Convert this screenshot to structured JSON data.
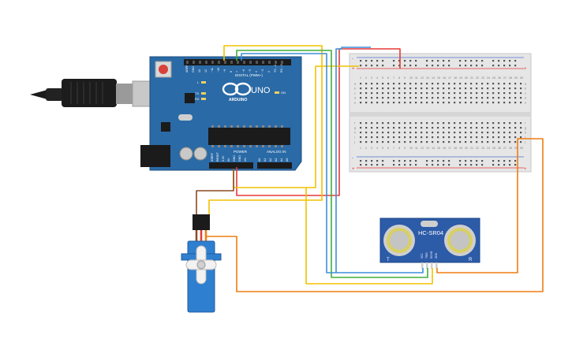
{
  "arduino": {
    "brand": "ARDUINO",
    "model": "UNO",
    "digital_label": "DIGITAL (PWM~)",
    "power_label": "POWER",
    "analog_label": "ANALOG IN",
    "on_label": "ON",
    "l_label": "L",
    "tx_label": "TX",
    "rx_label": "RX",
    "digital_pins": [
      "AREF",
      "GND",
      "13",
      "12",
      "~11",
      "~10",
      "~9",
      "8",
      "7",
      "~6",
      "~5",
      "4",
      "~3",
      "2",
      "TX→1",
      "RX←0"
    ],
    "power_pins": [
      "IOREF",
      "RESET",
      "3.3V",
      "5V",
      "GND",
      "GND",
      "Vin"
    ],
    "analog_pins": [
      "A0",
      "A1",
      "A2",
      "A3",
      "A4",
      "A5"
    ],
    "board_color": "#2a6aa6"
  },
  "sensor": {
    "name": "HC-SR04",
    "pins": [
      "VCC",
      "TRIG",
      "ECHO",
      "GND"
    ],
    "left_mark": "T",
    "right_mark": "R",
    "board_color": "#2c5ba8"
  },
  "breadboard": {
    "rows_top": [
      "a",
      "b",
      "c",
      "d",
      "e"
    ],
    "rows_bottom": [
      "f",
      "g",
      "h",
      "i",
      "j"
    ],
    "col_numbers": [
      "1",
      "2",
      "3",
      "4",
      "5",
      "6",
      "7",
      "8",
      "9",
      "10",
      "11",
      "12",
      "13",
      "14",
      "15",
      "16",
      "17",
      "18",
      "19",
      "20",
      "21",
      "22",
      "23",
      "24",
      "25",
      "26",
      "27",
      "28",
      "29",
      "30"
    ],
    "rail_plus": "+",
    "rail_minus": "-"
  },
  "servo": {
    "body_color": "#2f7fd0"
  },
  "wire_colors": {
    "red": "#e53935",
    "yellow": "#f2c200",
    "green": "#3fae3a",
    "blue": "#3d8fd8",
    "orange": "#ef7d10",
    "brown": "#8a4a22"
  }
}
